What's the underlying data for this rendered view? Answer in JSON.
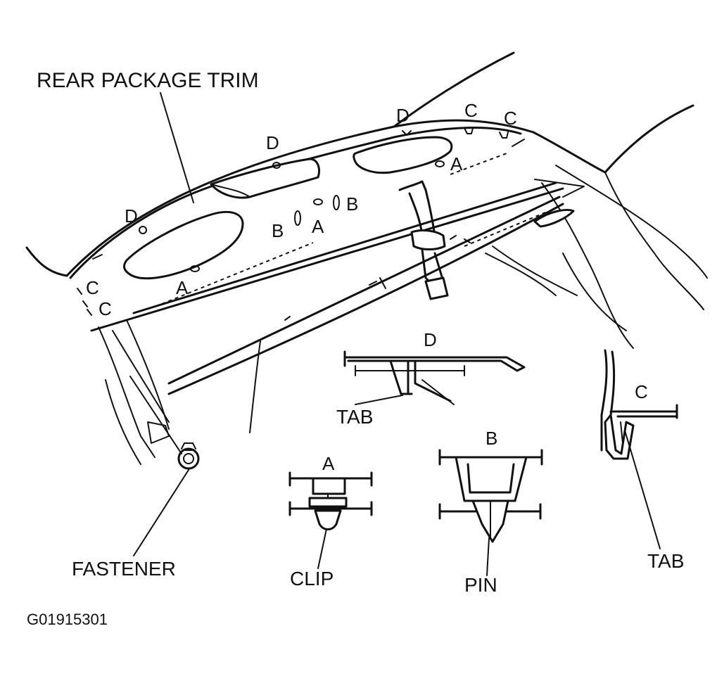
{
  "title": "REAR PACKAGE TRIM",
  "figure_code": "G01915301",
  "colors": {
    "ink": "#111111",
    "paper": "#ffffff"
  },
  "fastener_letters": {
    "a": "A",
    "b": "B",
    "c": "C",
    "d": "D"
  },
  "details": {
    "a": {
      "letter": "A",
      "caption": "CLIP"
    },
    "b": {
      "letter": "B",
      "caption": "PIN"
    },
    "c": {
      "letter": "C",
      "caption": "TAB"
    },
    "d": {
      "letter": "D",
      "caption": "TAB"
    }
  },
  "fastener_label": "FASTENER"
}
